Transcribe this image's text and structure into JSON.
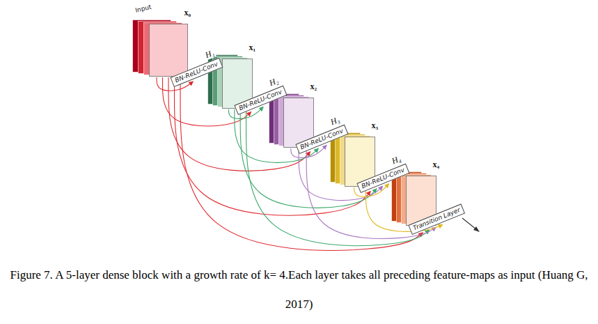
{
  "diagram": {
    "caption": "Figure 7. A 5-layer dense block with a growth rate of k= 4.Each layer takes all preceding feature-maps as input (Huang G, 2017)",
    "nodes": [
      {
        "text": [
          "Input",
          "x₀"
        ]
      },
      {
        "text": [
          "H₁",
          "BN-ReLU-Conv"
        ]
      },
      {
        "text": [
          "x₁"
        ]
      },
      {
        "text": [
          "H₂",
          "BN-ReLU-Conv"
        ]
      },
      {
        "text": [
          "x₂"
        ]
      },
      {
        "text": [
          "H₃",
          "BN-ReLU-Conv"
        ]
      },
      {
        "text": [
          "x₃"
        ]
      },
      {
        "text": [
          "H₄",
          "BN-ReLU-Conv"
        ]
      },
      {
        "text": [
          "x₄"
        ]
      },
      {
        "text": [
          "Transition Layer"
        ]
      }
    ],
    "edges": [
      {
        "from": 0,
        "to": 1,
        "arrow": "to"
      },
      {
        "from": 0,
        "to": 3,
        "arrow": "to"
      },
      {
        "from": 0,
        "to": 5,
        "arrow": "to"
      },
      {
        "from": 0,
        "to": 7,
        "arrow": "to"
      },
      {
        "from": 0,
        "to": 9,
        "arrow": "to"
      },
      {
        "from": 2,
        "to": 3,
        "arrow": "to"
      },
      {
        "from": 2,
        "to": 5,
        "arrow": "to"
      },
      {
        "from": 2,
        "to": 7,
        "arrow": "to"
      },
      {
        "from": 2,
        "to": 9,
        "arrow": "to"
      },
      {
        "from": 4,
        "to": 5,
        "arrow": "to"
      },
      {
        "from": 4,
        "to": 7,
        "arrow": "to"
      },
      {
        "from": 4,
        "to": 9,
        "arrow": "to"
      },
      {
        "from": 6,
        "to": 7,
        "arrow": "to"
      },
      {
        "from": 6,
        "to": 9,
        "arrow": "to"
      }
    ]
  }
}
